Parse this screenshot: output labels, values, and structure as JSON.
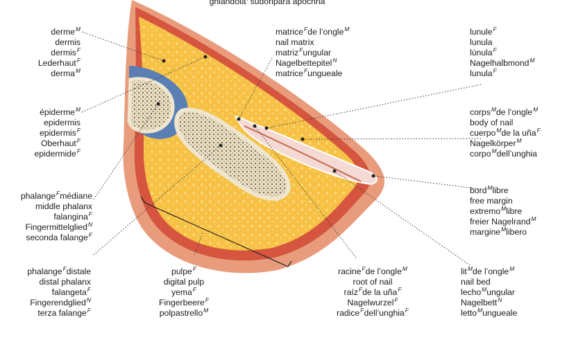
{
  "figure": "nail-anatomy",
  "top_label": {
    "lines": [
      {
        "t": "ghiandola",
        "g": "F",
        "t2": "sudoripara apocrina"
      }
    ]
  },
  "labels": {
    "derme": [
      {
        "t": "derme",
        "g": "M"
      },
      {
        "t": "dermis"
      },
      {
        "t": "dermis",
        "g": "F"
      },
      {
        "t": "Lederhaut",
        "g": "F"
      },
      {
        "t": "derma",
        "g": "M"
      }
    ],
    "epiderme": [
      {
        "t": "épiderme",
        "g": "M"
      },
      {
        "t": "epidermis"
      },
      {
        "t": "epidermis",
        "g": "F"
      },
      {
        "t": "Oberhaut",
        "g": "F"
      },
      {
        "t": "epidermide",
        "g": "F"
      }
    ],
    "phalange_mediane": [
      {
        "t": "phalange",
        "g": "F",
        "t2": "médiane"
      },
      {
        "t": "middle phalanx"
      },
      {
        "t": "falangina",
        "g": "F"
      },
      {
        "t": "Fingermittelglied",
        "g": "N"
      },
      {
        "t": "seconda falange",
        "g": "F"
      }
    ],
    "phalange_distale": [
      {
        "t": "phalange",
        "g": "F",
        "t2": "distale"
      },
      {
        "t": "distal phalanx"
      },
      {
        "t": "falangeta",
        "g": "F"
      },
      {
        "t": "Fingerendglied",
        "g": "N"
      },
      {
        "t": "terza falange",
        "g": "F"
      }
    ],
    "pulpe": [
      {
        "t": "pulpe",
        "g": "F"
      },
      {
        "t": "digital pulp"
      },
      {
        "t": "yema",
        "g": "F"
      },
      {
        "t": "Fingerbeere",
        "g": "F"
      },
      {
        "t": "polpastrello",
        "g": "M"
      }
    ],
    "matrice": [
      {
        "t": "matrice",
        "g": "F",
        "t2": "de l’ongle",
        "g2": "M"
      },
      {
        "t": "nail matrix"
      },
      {
        "t": "matriz",
        "g": "F",
        "t2": "ungular"
      },
      {
        "t": "Nagelbettepitel",
        "g": "N"
      },
      {
        "t": "matrice",
        "g": "F",
        "t2": "ungueale"
      }
    ],
    "racine": [
      {
        "t": "racine",
        "g": "F",
        "t2": "de l’ongle",
        "g2": "M"
      },
      {
        "t": "root of nail"
      },
      {
        "t": "raíz",
        "g": "F",
        "t2": "de la uña",
        "g2": "F"
      },
      {
        "t": "Nagelwurzel",
        "g": "F"
      },
      {
        "t": "radice",
        "g": "F",
        "t2": "dell’unghia",
        "g2": "F"
      }
    ],
    "lunule": [
      {
        "t": "lunule",
        "g": "F"
      },
      {
        "t": "lunula"
      },
      {
        "t": "lúnula",
        "g": "F"
      },
      {
        "t": "Nagelhalbmond",
        "g": "M"
      },
      {
        "t": "lunula",
        "g": "F"
      }
    ],
    "corps": [
      {
        "t": "corps",
        "g": "M",
        "t2": "de l’ongle",
        "g2": "M"
      },
      {
        "t": "body of nail"
      },
      {
        "t": "cuerpo",
        "g": "M",
        "t2": "de la uña",
        "g2": "F"
      },
      {
        "t": "Nagelkörper",
        "g": "M"
      },
      {
        "t": "corpo",
        "g": "M",
        "t2": "dell’unghia"
      }
    ],
    "bord": [
      {
        "t": "bord",
        "g": "M",
        "t2": "libre"
      },
      {
        "t": "free margin"
      },
      {
        "t": "extremo",
        "g": "M",
        "t2": "libre"
      },
      {
        "t": "freier Nagelrand",
        "g": "M"
      },
      {
        "t": "margine",
        "g": "M",
        "t2": "libero"
      }
    ],
    "lit": [
      {
        "t": "lit",
        "g": "M",
        "t2": "de l’ongle",
        "g2": "M"
      },
      {
        "t": "nail bed"
      },
      {
        "t": "lecho",
        "g": "M",
        "t2": "ungular"
      },
      {
        "t": "Nagelbett",
        "g": "N"
      },
      {
        "t": "letto",
        "g": "M",
        "t2": "ungueale"
      }
    ]
  },
  "colors": {
    "skin": "#e89c7c",
    "skin_dark": "#c96a52",
    "dermis": "#d5553f",
    "fat": "#f6c144",
    "fat_dot": "#f9dc7a",
    "bone": "#efe6cf",
    "bone_spongy": "#8a7a60",
    "cartilage": "#5a7fb5",
    "nail": "#f4d9d4",
    "nail_edge": "#ffffff",
    "leader": "#333333"
  }
}
